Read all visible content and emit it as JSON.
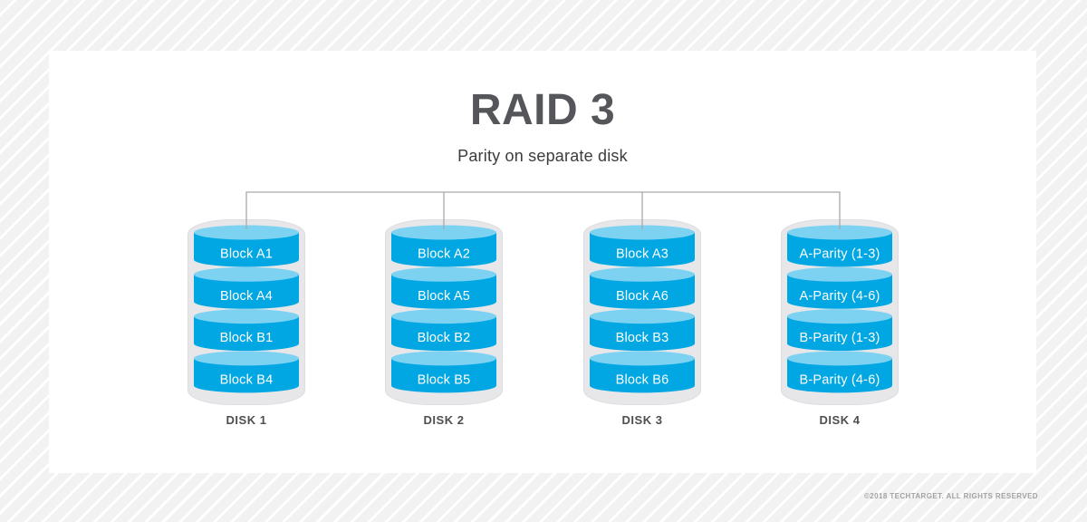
{
  "title": "RAID 3",
  "subtitle": "Parity on separate disk",
  "disks": [
    {
      "label": "DISK 1",
      "blocks": [
        "Block A1",
        "Block A4",
        "Block B1",
        "Block B4"
      ]
    },
    {
      "label": "DISK 2",
      "blocks": [
        "Block A2",
        "Block A5",
        "Block B2",
        "Block B5"
      ]
    },
    {
      "label": "DISK 3",
      "blocks": [
        "Block A3",
        "Block A6",
        "Block B3",
        "Block B6"
      ]
    },
    {
      "label": "DISK 4",
      "blocks": [
        "A-Parity (1-3)",
        "A-Parity (4-6)",
        "B-Parity (1-3)",
        "B-Parity (4-6)"
      ]
    }
  ],
  "footer": {
    "copyright": "©2018 TECHTARGET. ALL RIGHTS RESERVED"
  },
  "colors": {
    "block_body": "#00a7e3",
    "block_top": "#7dd2f2",
    "disk_shell": "#e7e7e9",
    "disk_shell_edge": "#dddde0",
    "connector": "#a9a9a9",
    "title_text": "#55565a"
  }
}
